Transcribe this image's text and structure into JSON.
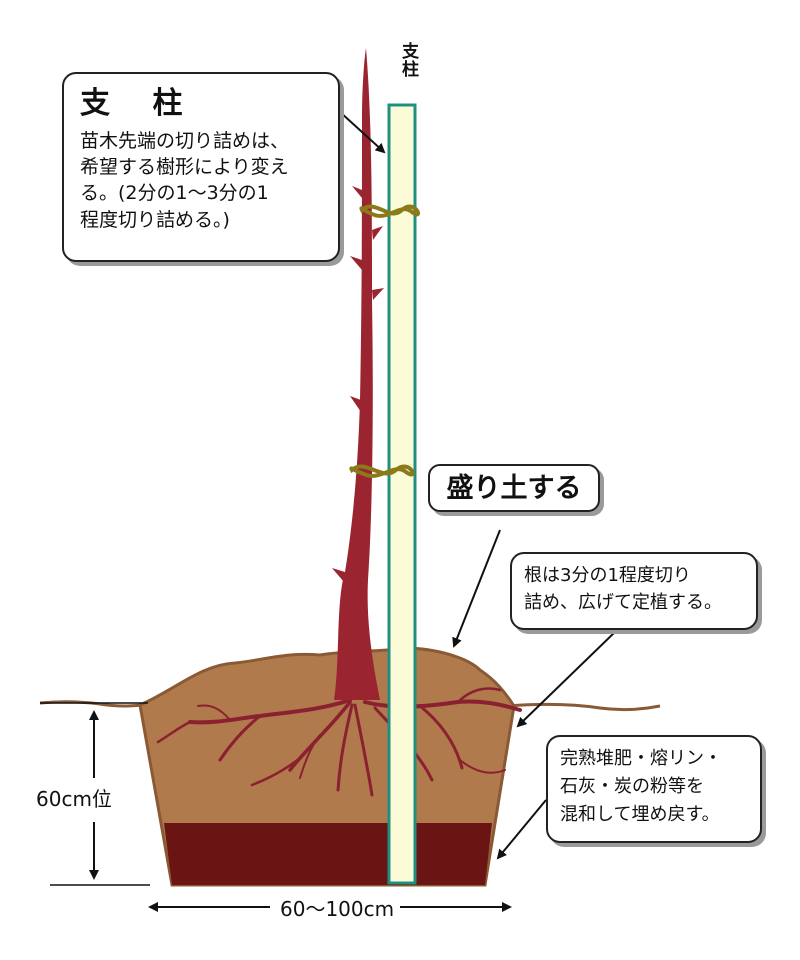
{
  "stake_label": "支柱",
  "callouts": {
    "stake": {
      "title": "支 柱",
      "body": "苗木先端の切り詰めは、\n希望する樹形により変え\nる。(2分の1〜3分の1\n程度切り詰める。)"
    },
    "mound": "盛り土する",
    "roots": "根は3分の1程度切り\n詰め、広げて定植する。",
    "backfill": "完熟堆肥・熔リン・\n石灰・炭の粉等を\n混和して埋め戻す。"
  },
  "dimensions": {
    "depth": "60cm位",
    "width": "60〜100cm"
  },
  "colors": {
    "soil": "#b07a4c",
    "soil_edge": "#8a5a34",
    "bottom_layer": "#6b1414",
    "trunk": "#9a2530",
    "root": "#8b2030",
    "stake_fill": "#fbfbd8",
    "stake_edge": "#1f9080",
    "tie": "#8a7a1a"
  },
  "icons": {
    "tie": "figure-eight-tie-icon",
    "arrow": "pointer-arrow-icon"
  }
}
